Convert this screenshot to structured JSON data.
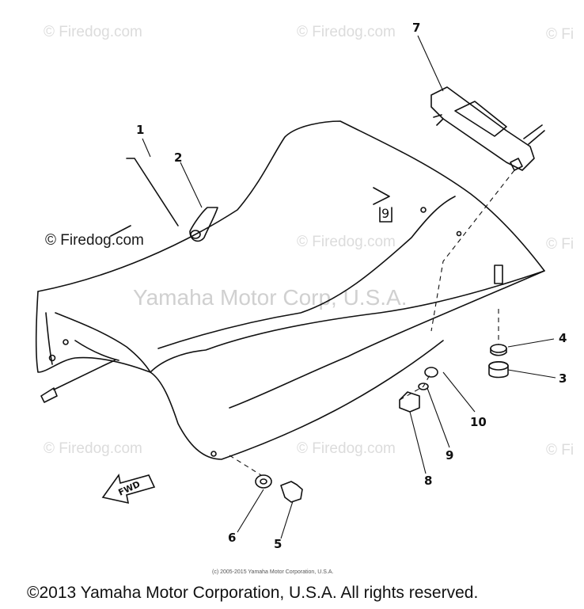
{
  "watermark": "© Firedog.com",
  "watermark_partial": "© Fi",
  "center_watermark": "Yamaha Motor Corp, U.S.A.",
  "fwd_label": "FWD",
  "seat_mark": "9",
  "callouts": [
    "1",
    "2",
    "3",
    "4",
    "5",
    "6",
    "7",
    "8",
    "9",
    "10"
  ],
  "small_copyright": "(c) 2005-2015 Yamaha Motor Corporation, U.S.A.",
  "footer": "©2013 Yamaha Motor Corporation, U.S.A. All rights reserved."
}
